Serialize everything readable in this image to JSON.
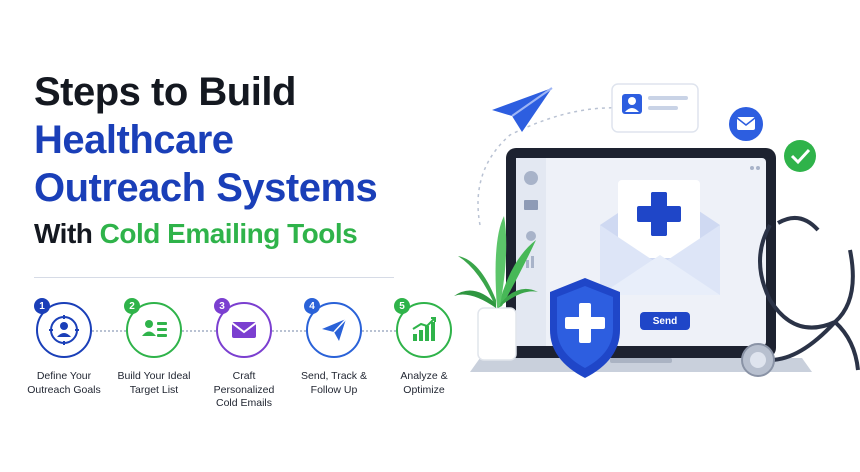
{
  "title": {
    "line1": "Steps to Build",
    "line2": "Healthcare",
    "line3": "Outreach Systems",
    "line4_prefix": "With ",
    "line4_highlight": "Cold Emailing Tools"
  },
  "steps": [
    {
      "number": "1",
      "label_line1": "Define Your",
      "label_line2": "Outreach Goals",
      "color": "#1a3fb8",
      "icon": "target-person-icon"
    },
    {
      "number": "2",
      "label_line1": "Build Your Ideal",
      "label_line2": "Target List",
      "color": "#2fb34a",
      "icon": "contact-list-icon"
    },
    {
      "number": "3",
      "label_line1": "Craft Personalized",
      "label_line2": "Cold Emails",
      "color": "#7b3fd0",
      "icon": "envelope-icon"
    },
    {
      "number": "4",
      "label_line1": "Send, Track &",
      "label_line2": "Follow Up",
      "color": "#2a62d8",
      "icon": "paper-plane-icon"
    },
    {
      "number": "5",
      "label_line1": "Analyze &",
      "label_line2": "Optimize",
      "color": "#2fb34a",
      "icon": "growth-chart-icon"
    }
  ],
  "illustration": {
    "send_button_label": "Send"
  },
  "colors": {
    "navy": "#141820",
    "brand_blue": "#1a3fb8",
    "green": "#2fb34a",
    "purple": "#7b3fd0"
  }
}
